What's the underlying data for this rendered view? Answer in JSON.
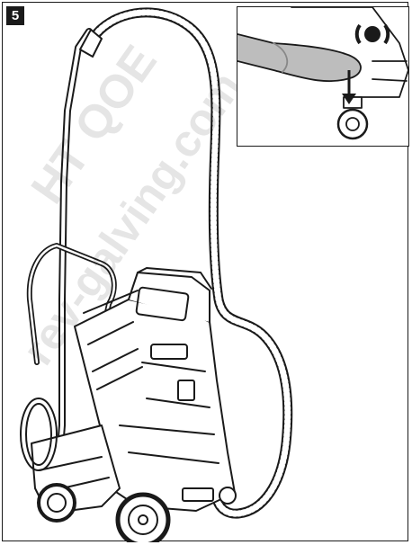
{
  "figure": {
    "step_number": "5",
    "watermark_lines": [
      "HT QOE",
      "rev-galving.com"
    ],
    "inset": {
      "symbol_icon": "sound-on-icon",
      "action_icon": "press-down-arrow-icon"
    },
    "main_illustration": {
      "subject": "vacuum-cleaner-on-trolley",
      "parts": [
        "handle-bar",
        "suction-tube",
        "hose",
        "tank",
        "wheels",
        "caster"
      ]
    },
    "colors": {
      "line": "#1a1a1a",
      "paper": "#ffffff",
      "gray": "#bdbdbd"
    }
  }
}
